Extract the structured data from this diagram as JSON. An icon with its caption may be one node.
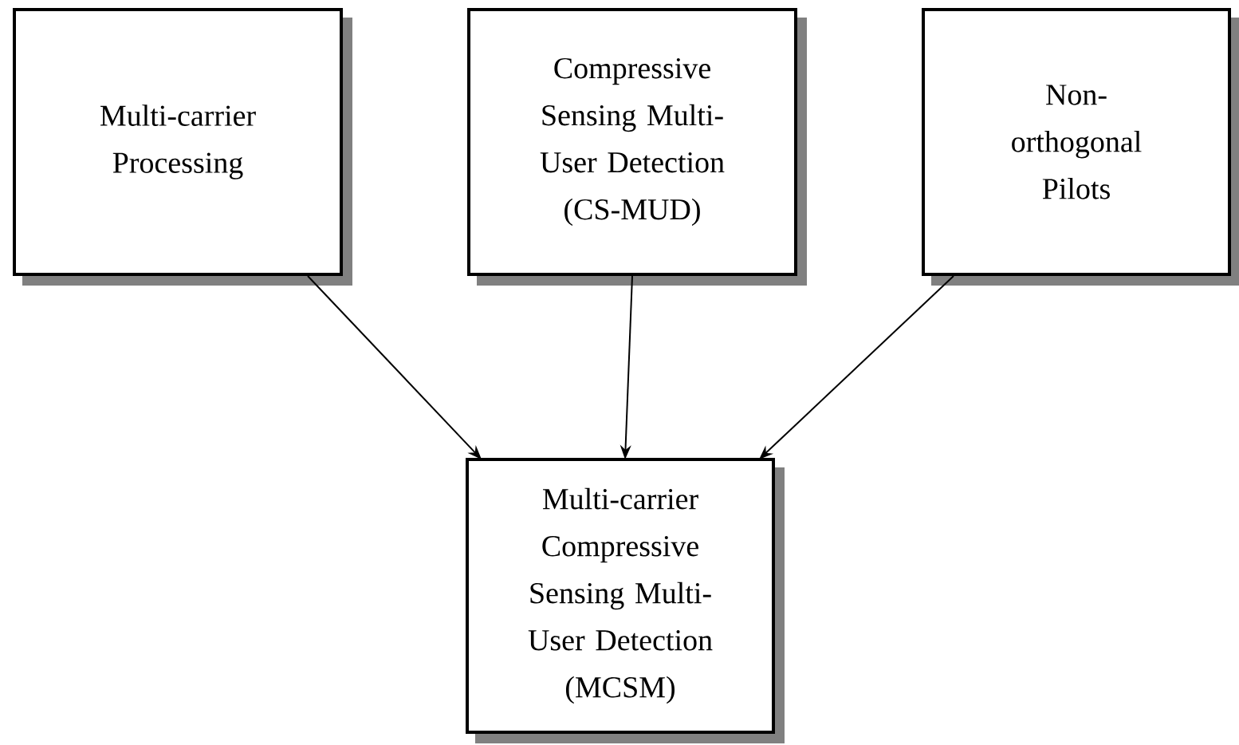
{
  "diagram": {
    "nodes": [
      {
        "text": [
          "Multi-carrier Processing"
        ]
      },
      {
        "text": [
          "Compressive Sensing Multi-User Detection (CS-MUD)"
        ]
      },
      {
        "text": [
          "Non-orthogonal Pilots"
        ]
      },
      {
        "text": [
          "Multi-carrier Compressive Sensing Multi-User Detection (MCSM)"
        ]
      }
    ],
    "edges": [
      {
        "from": 0,
        "to": 3,
        "arrow": "to"
      },
      {
        "from": 1,
        "to": 3,
        "arrow": "to"
      },
      {
        "from": 2,
        "to": 3,
        "arrow": "to"
      }
    ]
  }
}
